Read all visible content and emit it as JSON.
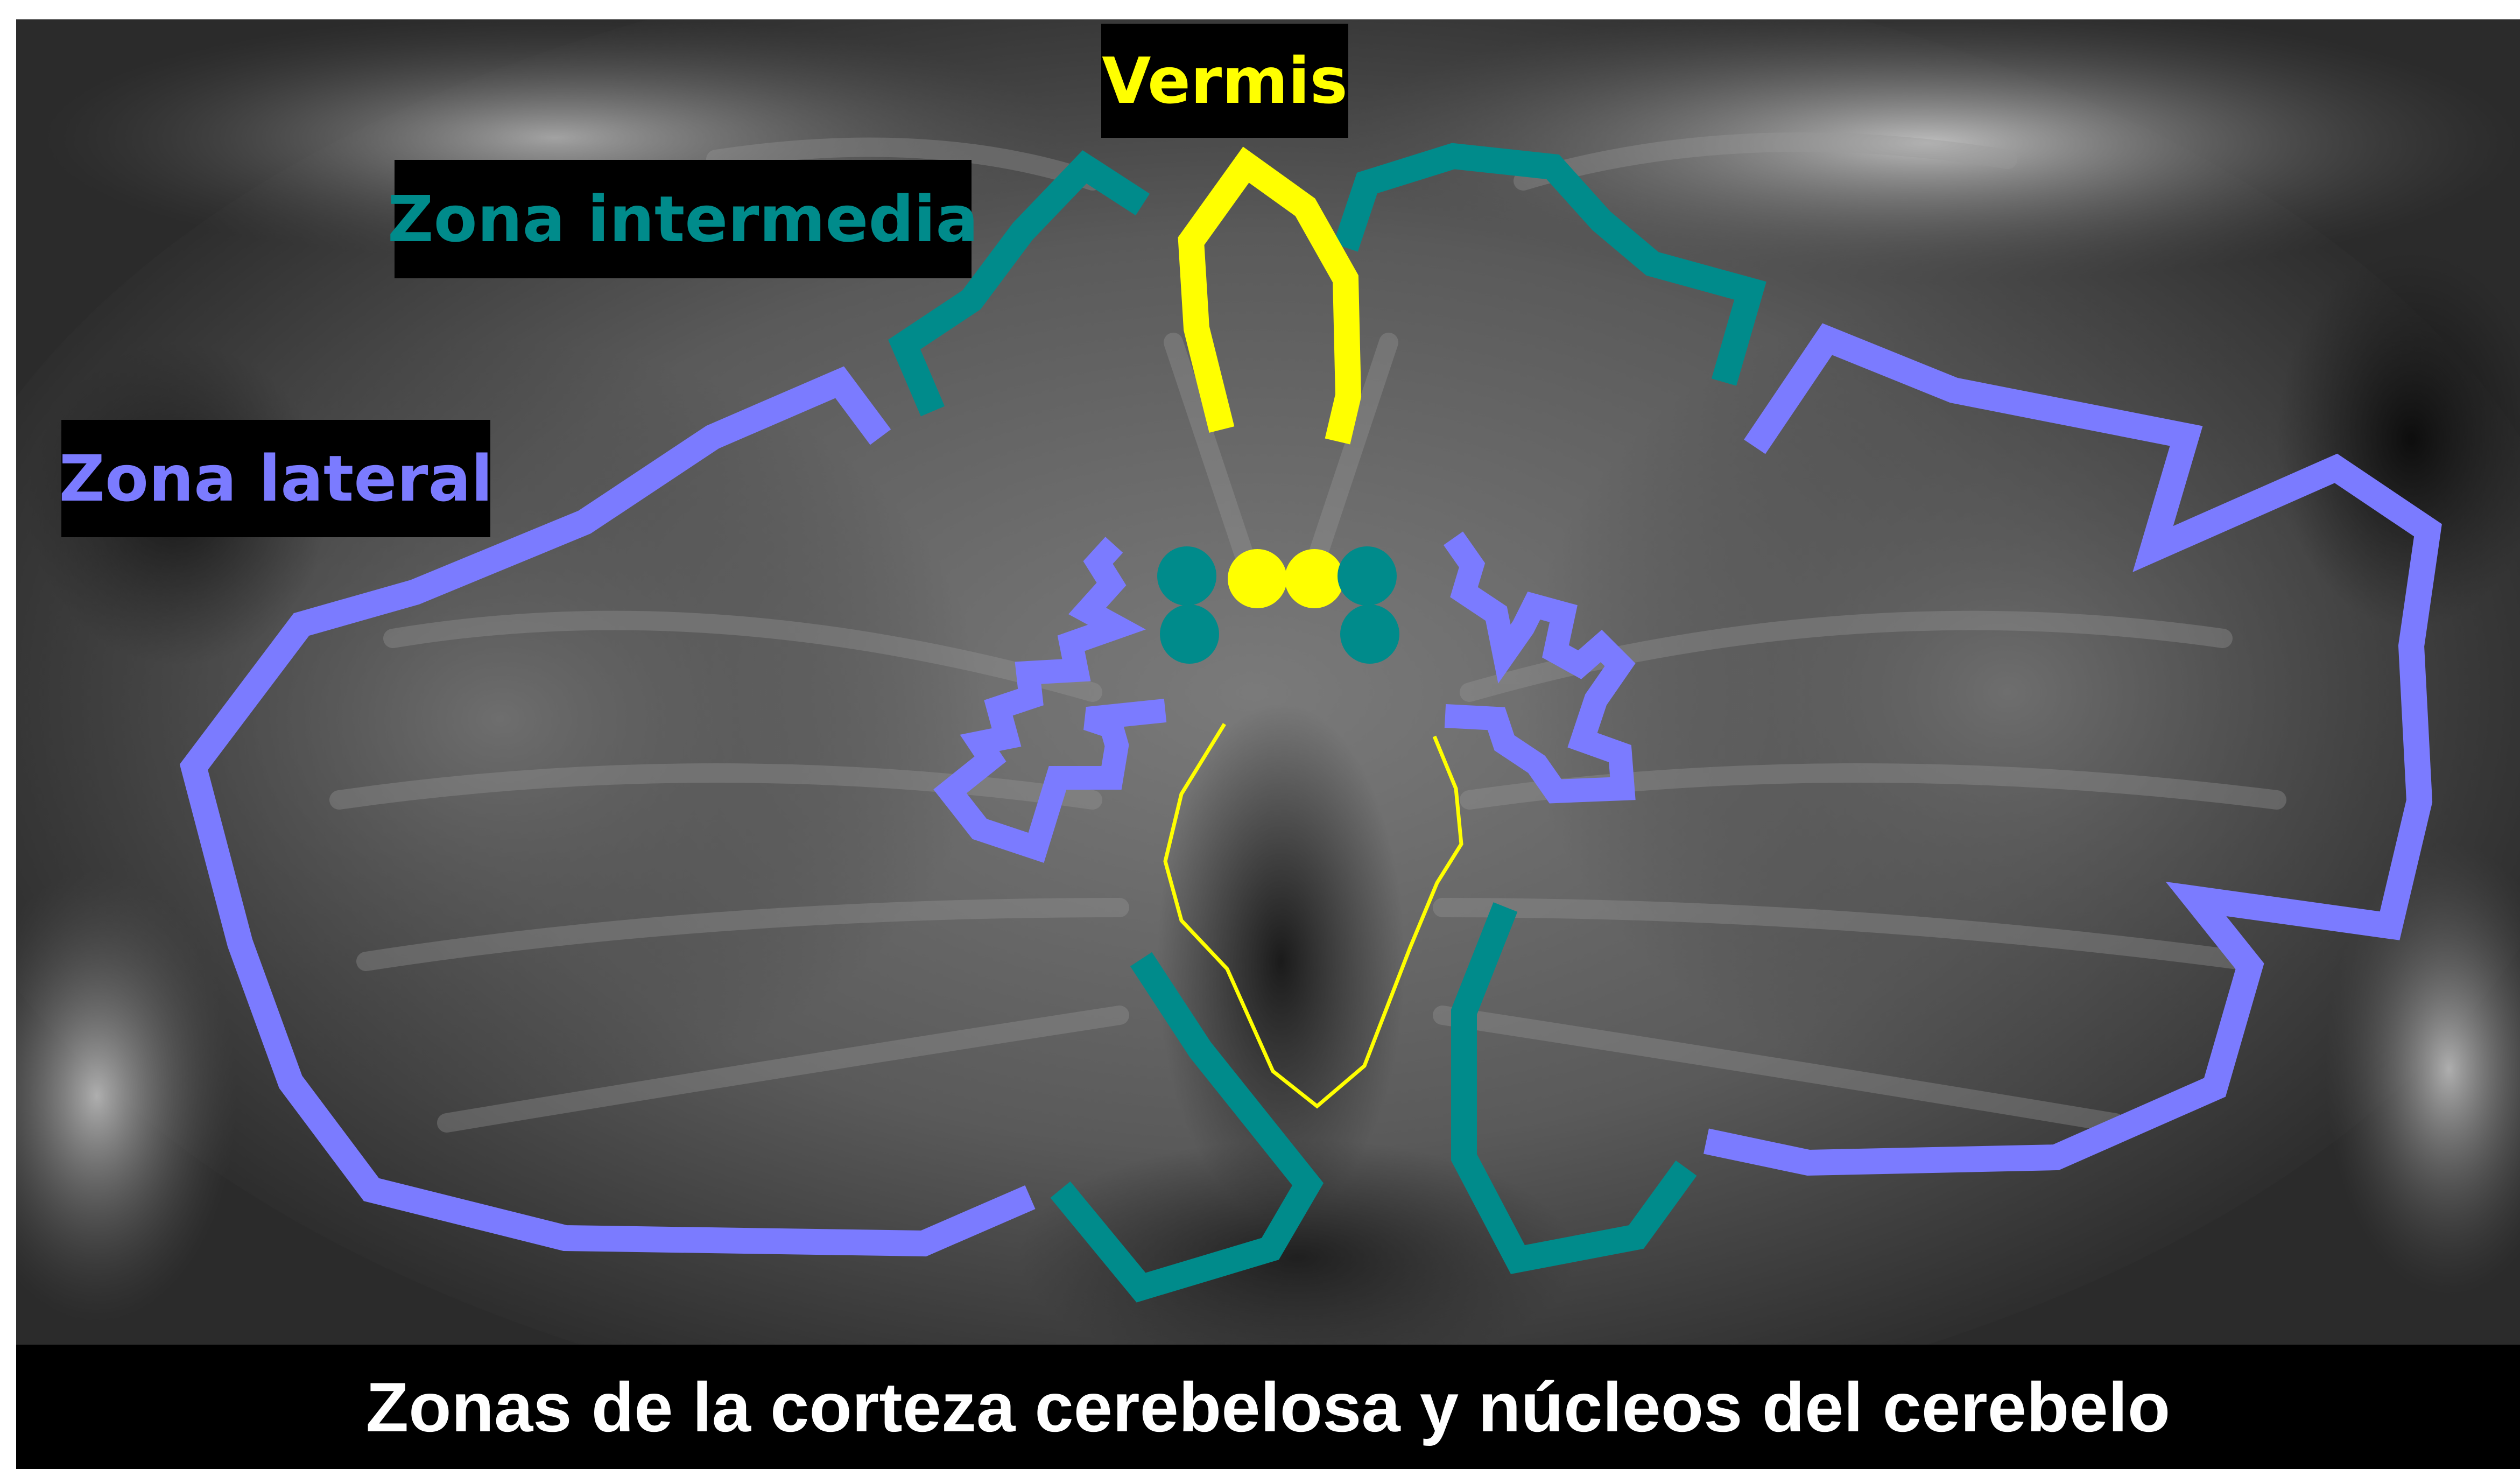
{
  "image": {
    "subject": "cerebellum-mri-coronal",
    "background_tone": "#2a2a2a"
  },
  "labels": {
    "vermis": "Vermis",
    "zona_intermedia": "Zona intermedia",
    "zona_lateral": "Zona lateral"
  },
  "footer": {
    "title": "Zonas de la corteza cerebelosa y núcleos del cerebelo"
  },
  "colors": {
    "vermis": "#ffff00",
    "intermedia": "#008b8b",
    "lateral": "#7b7bff",
    "label_background": "#000000",
    "footer_text": "#ffffff"
  }
}
